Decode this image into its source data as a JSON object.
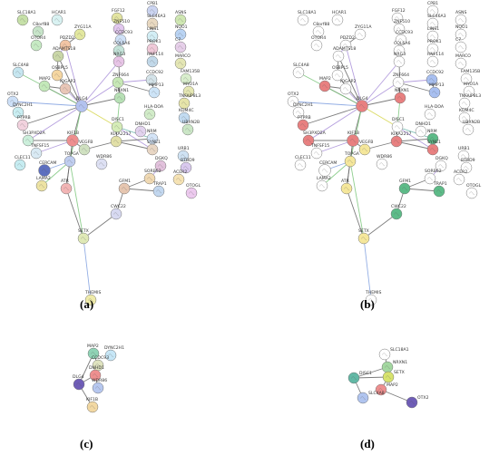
{
  "colors": {
    "edge_dark": "#666666",
    "edge_purple": "#a98fd9",
    "edge_green": "#7bc67b",
    "edge_yellow": "#d5d54a",
    "edge_blue": "#7f9fe0",
    "edge_teal": "#5fb0a5",
    "ring_gray": "#777777",
    "node_fill_white": "#ffffff"
  },
  "panels": [
    {
      "id": "a",
      "label": "(a)",
      "nodes": [
        {
          "name": "SLC18A1",
          "color": "#c6e0a8"
        },
        {
          "name": "HCAR1",
          "color": "#d9f2f2"
        },
        {
          "name": "C8orf88",
          "color": "#c7e4c9"
        },
        {
          "name": "ZYG11A",
          "color": "#e2e79f"
        },
        {
          "name": "OTOR4",
          "color": "#c6eac3"
        },
        {
          "name": "PDZD2",
          "color": "#f2c5a4"
        },
        {
          "name": "ADAMTS18",
          "color": "#c9d6a7"
        },
        {
          "name": "FGF12",
          "color": "#e3e4a1"
        },
        {
          "name": "ZNF510",
          "color": "#e2c8ef"
        },
        {
          "name": "CCDC93",
          "color": "#cfe1f7"
        },
        {
          "name": "COL6A6",
          "color": "#c4e3d9"
        },
        {
          "name": "NRG3",
          "color": "#e7c4e6"
        },
        {
          "name": "CPB1",
          "color": "#cbd4f1"
        },
        {
          "name": "SLC46A3",
          "color": "#e9d9c1"
        },
        {
          "name": "LINS1",
          "color": "#d3eef5"
        },
        {
          "name": "PROK1",
          "color": "#f0c9d8"
        },
        {
          "name": "RNF114",
          "color": "#c1d8e9"
        },
        {
          "name": "ASNS",
          "color": "#cfe7b2"
        },
        {
          "name": "NQO1",
          "color": "#b9d3f3"
        },
        {
          "name": "C7",
          "color": "#e6cfe9"
        },
        {
          "name": "MARCO",
          "color": "#e4e6b4"
        },
        {
          "name": "SLC4A8",
          "color": "#c6e6f0"
        },
        {
          "name": "OSBPL5",
          "color": "#f5d6a1"
        },
        {
          "name": "MAP2",
          "color": "#c3e8b9"
        },
        {
          "name": "IQGAP2",
          "color": "#e8c6b7"
        },
        {
          "name": "OTX2",
          "color": "#cde0f8"
        },
        {
          "name": "DYNC2H1",
          "color": "#c9eef2"
        },
        {
          "name": "PTPRB",
          "color": "#f2d2de"
        },
        {
          "name": "DLG4",
          "color": "#b3c2ef"
        },
        {
          "name": "ZNF664",
          "color": "#c7e8b6"
        },
        {
          "name": "CCDC92",
          "color": "#d4e3e9"
        },
        {
          "name": "MMP13",
          "color": "#cde4f7"
        },
        {
          "name": "NRXN1",
          "color": "#b7e0b5"
        },
        {
          "name": "FAM135B",
          "color": "#d9eecd"
        },
        {
          "name": "MYO1A",
          "color": "#e5e7b3"
        },
        {
          "name": "TNFAIP8L3",
          "color": "#e6e4a9"
        },
        {
          "name": "HLA-DOA",
          "color": "#d1ebc8"
        },
        {
          "name": "KDM4C",
          "color": "#c2dbf1"
        },
        {
          "name": "UBXN2B",
          "color": "#cbe6c6"
        },
        {
          "name": "DISC1",
          "color": "#d5ecb7"
        },
        {
          "name": "DNHD1",
          "color": "#e2d3ee"
        },
        {
          "name": "SH3PXD2A",
          "color": "#ccefdb"
        },
        {
          "name": "KIF1B",
          "color": "#ee8f8f"
        },
        {
          "name": "TNFSF15",
          "color": "#d9eaf4"
        },
        {
          "name": "KIAA2217",
          "color": "#e2e0a7"
        },
        {
          "name": "VEGFB",
          "color": "#d0e1c1"
        },
        {
          "name": "NRM",
          "color": "#d4e4f7"
        },
        {
          "name": "SYNE1",
          "color": "#e8d6c4"
        },
        {
          "name": "CLEC11",
          "color": "#c6ecf1"
        },
        {
          "name": "TOPGA",
          "color": "#bfcdef"
        },
        {
          "name": "CERCAM",
          "color": "#5d6fbf"
        },
        {
          "name": "WDR86",
          "color": "#dde0f3"
        },
        {
          "name": "DGKQ",
          "color": "#e2c1dc"
        },
        {
          "name": "URB1",
          "color": "#cfe2f3"
        },
        {
          "name": "BTBD9",
          "color": "#d9c9ee"
        },
        {
          "name": "SORBS2",
          "color": "#f0d9b3"
        },
        {
          "name": "ACER2",
          "color": "#f6e3b4"
        },
        {
          "name": "LAMA2",
          "color": "#ede3a3"
        },
        {
          "name": "ATR",
          "color": "#f2b5b5"
        },
        {
          "name": "GFM1",
          "color": "#e6c6b0"
        },
        {
          "name": "TRAP1",
          "color": "#c2d7ef"
        },
        {
          "name": "OTOGL",
          "color": "#ecc9ee"
        },
        {
          "name": "CWC22",
          "color": "#d7d9f1"
        },
        {
          "name": "SETX",
          "color": "#dfe9b6"
        },
        {
          "name": "THEMIS",
          "color": "#efeba9"
        }
      ]
    },
    {
      "id": "b",
      "label": "(b)",
      "nodes": [
        {
          "name": "SLC18A1",
          "color": "#ffffff"
        },
        {
          "name": "HCAR1",
          "color": "#ffffff"
        },
        {
          "name": "C8orf88",
          "color": "#ffffff"
        },
        {
          "name": "ZYG11A",
          "color": "#ffffff"
        },
        {
          "name": "OTOR4",
          "color": "#ffffff"
        },
        {
          "name": "PDZD2",
          "color": "#ffffff"
        },
        {
          "name": "ADAMTS18",
          "color": "#ffffff"
        },
        {
          "name": "FGF12",
          "color": "#ffffff"
        },
        {
          "name": "ZNF510",
          "color": "#ffffff"
        },
        {
          "name": "CCDC93",
          "color": "#ffffff"
        },
        {
          "name": "COL6A6",
          "color": "#ffffff"
        },
        {
          "name": "NRG3",
          "color": "#ffffff"
        },
        {
          "name": "CPB1",
          "color": "#ffffff"
        },
        {
          "name": "SLC46A3",
          "color": "#ffffff"
        },
        {
          "name": "LINS1",
          "color": "#ffffff"
        },
        {
          "name": "PROK1",
          "color": "#ffffff"
        },
        {
          "name": "RNF114",
          "color": "#ffffff"
        },
        {
          "name": "ASNS",
          "color": "#ffffff"
        },
        {
          "name": "NQO1",
          "color": "#ffffff"
        },
        {
          "name": "C7",
          "color": "#ffffff"
        },
        {
          "name": "MARCO",
          "color": "#ffffff"
        },
        {
          "name": "SLC4A8",
          "color": "#ffffff"
        },
        {
          "name": "OSBPL5",
          "color": "#ffffff"
        },
        {
          "name": "MAP2",
          "color": "#e88080"
        },
        {
          "name": "IQGAP2",
          "color": "#ffffff"
        },
        {
          "name": "OTX2",
          "color": "#ffffff"
        },
        {
          "name": "DYNC2H1",
          "color": "#ffffff"
        },
        {
          "name": "PTPRB",
          "color": "#e88080"
        },
        {
          "name": "DLG4",
          "color": "#e88080"
        },
        {
          "name": "ZNF664",
          "color": "#ffffff"
        },
        {
          "name": "CCDC92",
          "color": "#a8bff0"
        },
        {
          "name": "MMP13",
          "color": "#a8bff0"
        },
        {
          "name": "NRXN1",
          "color": "#e88080"
        },
        {
          "name": "FAM135B",
          "color": "#ffffff"
        },
        {
          "name": "MYO1A",
          "color": "#ffffff"
        },
        {
          "name": "TNFAIP8L3",
          "color": "#ffffff"
        },
        {
          "name": "HLA-DOA",
          "color": "#ffffff"
        },
        {
          "name": "KDM4C",
          "color": "#ffffff"
        },
        {
          "name": "UBXN2B",
          "color": "#ffffff"
        },
        {
          "name": "DISC1",
          "color": "#ffffff"
        },
        {
          "name": "DNHD1",
          "color": "#ffffff"
        },
        {
          "name": "SH3PXD2A",
          "color": "#e88080"
        },
        {
          "name": "KIF1B",
          "color": "#e88080"
        },
        {
          "name": "TNFSF15",
          "color": "#ffffff"
        },
        {
          "name": "KIAA2217",
          "color": "#e88080"
        },
        {
          "name": "VEGFB",
          "color": "#f5e79b"
        },
        {
          "name": "NRM",
          "color": "#5dbb88"
        },
        {
          "name": "SYNE1",
          "color": "#e88080"
        },
        {
          "name": "CLEC11",
          "color": "#ffffff"
        },
        {
          "name": "TOPGA",
          "color": "#f5e79b"
        },
        {
          "name": "CERCAM",
          "color": "#ffffff"
        },
        {
          "name": "WDR86",
          "color": "#ffffff"
        },
        {
          "name": "DGKQ",
          "color": "#ffffff"
        },
        {
          "name": "URB1",
          "color": "#ffffff"
        },
        {
          "name": "BTBD9",
          "color": "#ffffff"
        },
        {
          "name": "SORBS2",
          "color": "#ffffff"
        },
        {
          "name": "ACER2",
          "color": "#ffffff"
        },
        {
          "name": "LAMA2",
          "color": "#ffffff"
        },
        {
          "name": "ATR",
          "color": "#f5e79b"
        },
        {
          "name": "GFM1",
          "color": "#5dbb88"
        },
        {
          "name": "TRAP1",
          "color": "#5dbb88"
        },
        {
          "name": "OTOGL",
          "color": "#ffffff"
        },
        {
          "name": "CWC22",
          "color": "#5dbb88"
        },
        {
          "name": "SETX",
          "color": "#f5e79b"
        },
        {
          "name": "THEMIS",
          "color": "#ffffff"
        }
      ]
    },
    {
      "id": "c",
      "label": "(c)",
      "nodes": [
        {
          "name": "MAP2",
          "color": "#8fd3b5"
        },
        {
          "name": "DYNC2H1",
          "color": "#c6e6f6"
        },
        {
          "name": "CCDC93",
          "color": "#dfe3bf"
        },
        {
          "name": "DNHD1",
          "color": "#ee8f8f"
        },
        {
          "name": "DLG4",
          "color": "#6f5db7"
        },
        {
          "name": "WDR86",
          "color": "#b6c7ef"
        },
        {
          "name": "KIF1B",
          "color": "#f2d8a2"
        }
      ]
    },
    {
      "id": "d",
      "label": "(d)",
      "nodes": [
        {
          "name": "SLC18A1",
          "color": "#ffffff"
        },
        {
          "name": "NRXN1",
          "color": "#a3d7a0"
        },
        {
          "name": "DISC1",
          "color": "#62b8a5"
        },
        {
          "name": "SETX",
          "color": "#d7e36d"
        },
        {
          "name": "MAP2",
          "color": "#ee8f8f"
        },
        {
          "name": "SLC4A8",
          "color": "#b0c4ef"
        },
        {
          "name": "OTX2",
          "color": "#6f5db7"
        }
      ]
    }
  ]
}
